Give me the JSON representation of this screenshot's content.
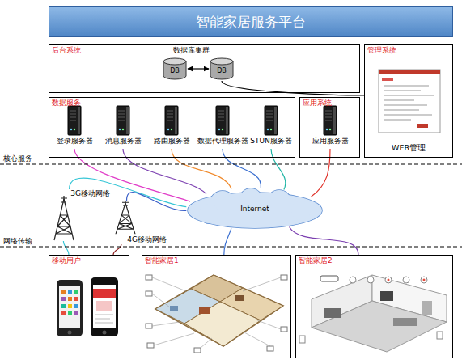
{
  "diagram": {
    "title": "智能家居服务平台",
    "nodes": [
      {
        "text": [
          "后台系统"
        ]
      },
      {
        "text": [
          "DB"
        ],
        "in": 0
      },
      {
        "text": [
          "DB"
        ],
        "in": 0
      },
      {
        "text": [
          "管理系统",
          "WEB管理"
        ]
      },
      {
        "text": [
          "数据服务"
        ]
      },
      {
        "text": [
          "登录服务器"
        ],
        "in": 4
      },
      {
        "text": [
          "消息服务器"
        ],
        "in": 4
      },
      {
        "text": [
          "路由服务器"
        ],
        "in": 4
      },
      {
        "text": [
          "数据代理服务器"
        ],
        "in": 4
      },
      {
        "text": [
          "STUN服务器"
        ],
        "in": 4
      },
      {
        "text": [
          "应用系统"
        ]
      },
      {
        "text": [
          "应用服务器"
        ],
        "in": 10
      },
      {
        "text": [
          "Internet"
        ]
      },
      {
        "text": [
          "3G移动网络"
        ]
      },
      {
        "text": [
          "4G移动网络"
        ]
      },
      {
        "text": [
          "移动用户"
        ]
      },
      {
        "text": [
          "智能家居1"
        ]
      },
      {
        "text": [
          "智能家居2"
        ]
      }
    ],
    "edges": [
      {
        "from": 1,
        "to": 2,
        "arrow": "both"
      },
      {
        "from": 5,
        "to": 12,
        "arrow": "none"
      },
      {
        "from": 6,
        "to": 12,
        "arrow": "none"
      },
      {
        "from": 7,
        "to": 12,
        "arrow": "none"
      },
      {
        "from": 8,
        "to": 12,
        "arrow": "none"
      },
      {
        "from": 9,
        "to": 12,
        "arrow": "none"
      },
      {
        "from": 11,
        "to": 12,
        "arrow": "none"
      },
      {
        "from": 13,
        "to": 12,
        "arrow": "none"
      },
      {
        "from": 14,
        "to": 12,
        "arrow": "none"
      },
      {
        "from": 13,
        "to": 15,
        "arrow": "none"
      },
      {
        "from": 14,
        "to": 15,
        "arrow": "none"
      },
      {
        "from": 12,
        "to": 16,
        "arrow": "none"
      },
      {
        "from": 12,
        "to": 17,
        "arrow": "none"
      },
      {
        "from": 2,
        "to": 3,
        "arrow": "none"
      }
    ],
    "labels": [
      "数据库集群",
      "核心服务",
      "网络传输"
    ]
  }
}
